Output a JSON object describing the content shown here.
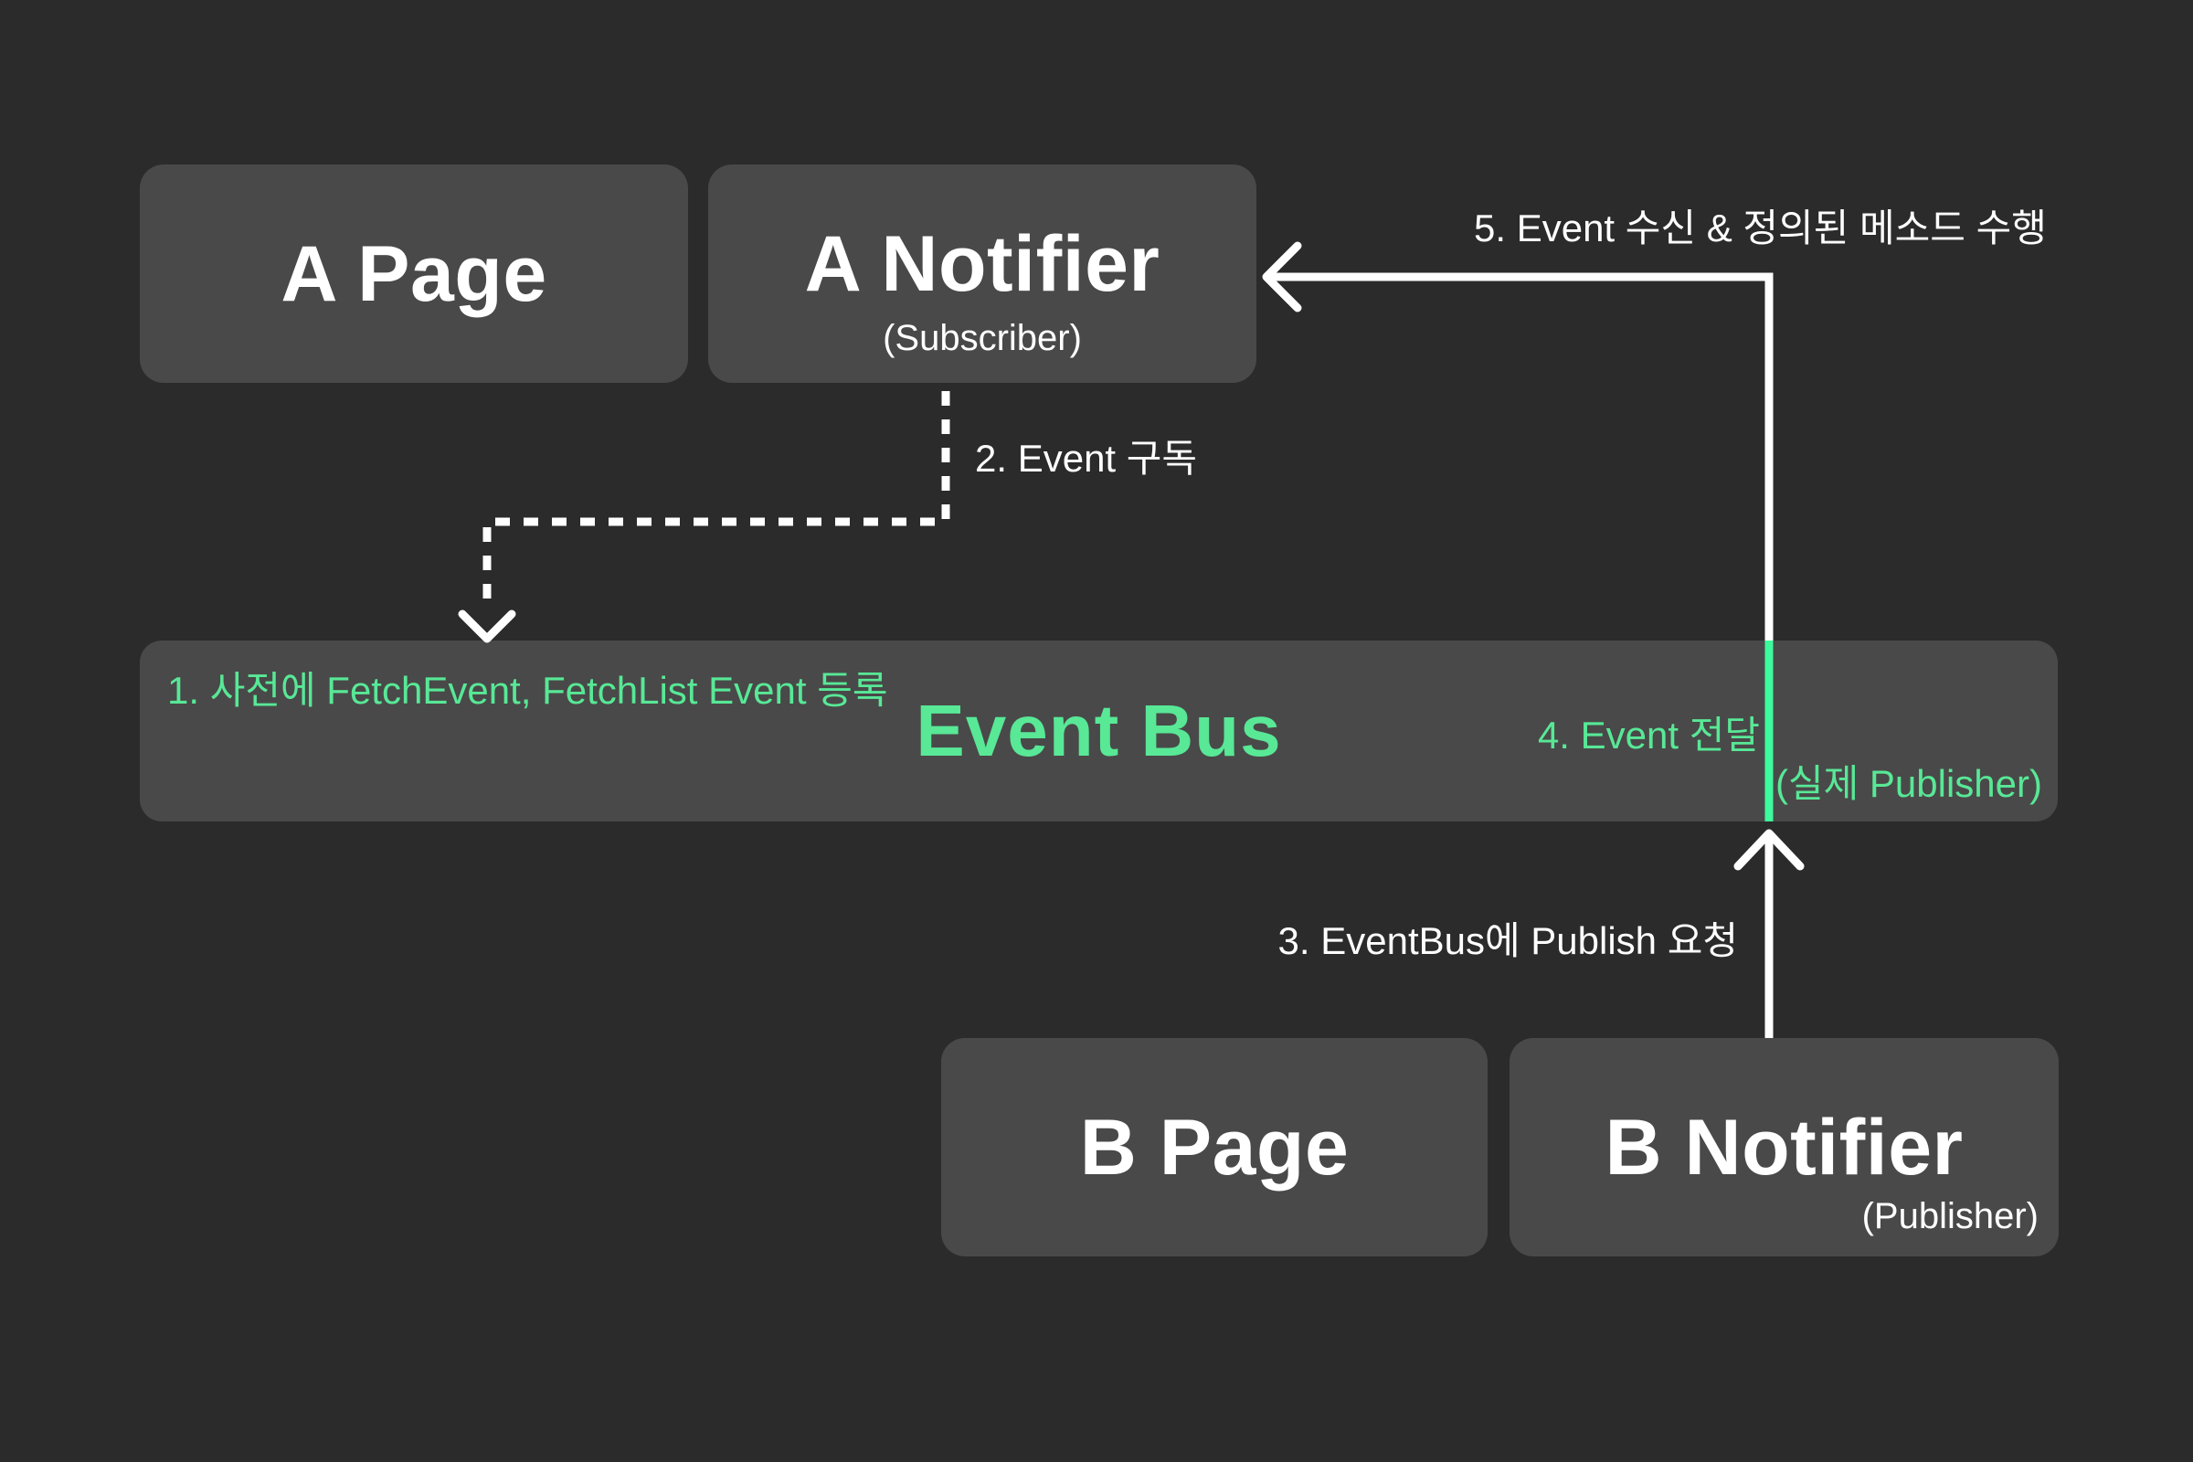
{
  "colors": {
    "background": "#2b2b2b",
    "box": "#494949",
    "text_white": "#ffffff",
    "green": "#58e896",
    "green_line": "#3dfa9c"
  },
  "nodes": {
    "a_page": {
      "title": "A Page"
    },
    "a_notifier": {
      "title": "A Notifier",
      "subtitle": "(Subscriber)"
    },
    "b_page": {
      "title": "B Page"
    },
    "b_notifier": {
      "title": "B Notifier",
      "subtitle": "(Publisher)"
    },
    "event_bus": {
      "title": "Event Bus",
      "publisher_note": "(실제 Publisher)"
    }
  },
  "steps": {
    "step1": "1. 사전에 FetchEvent, FetchList Event 등록",
    "step2": "2. Event 구독",
    "step3": "3. EventBus에 Publish 요청",
    "step4": "4. Event 전달",
    "step5": "5. Event 수신 & 정의된 메소드 수행"
  }
}
